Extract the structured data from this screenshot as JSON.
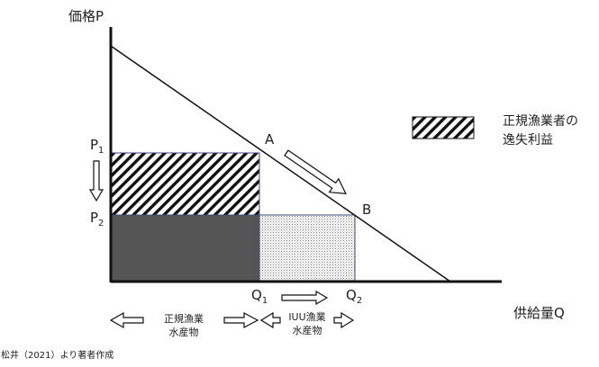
{
  "axes": {
    "y_label": "価格P",
    "x_label": "供給量Q"
  },
  "points": {
    "A": "A",
    "B": "B",
    "P1_main": "P",
    "P1_sub": "1",
    "P2_main": "P",
    "P2_sub": "2",
    "Q1_main": "Q",
    "Q1_sub": "1",
    "Q2_main": "Q",
    "Q2_sub": "2"
  },
  "legend": {
    "line1": "正規漁業者の",
    "line2": "逸失利益"
  },
  "bottom_labels": {
    "regular_line1": "正規漁業",
    "regular_line2": "水産物",
    "iuu_line1": "IUU漁業",
    "iuu_line2": "水産物"
  },
  "source": "松井（2021）より著者作成",
  "colors": {
    "line": "#111111",
    "dark_fill": "#555555",
    "hatch": "#111111",
    "dots": "#888888",
    "region_border": "#3b4a7a"
  }
}
